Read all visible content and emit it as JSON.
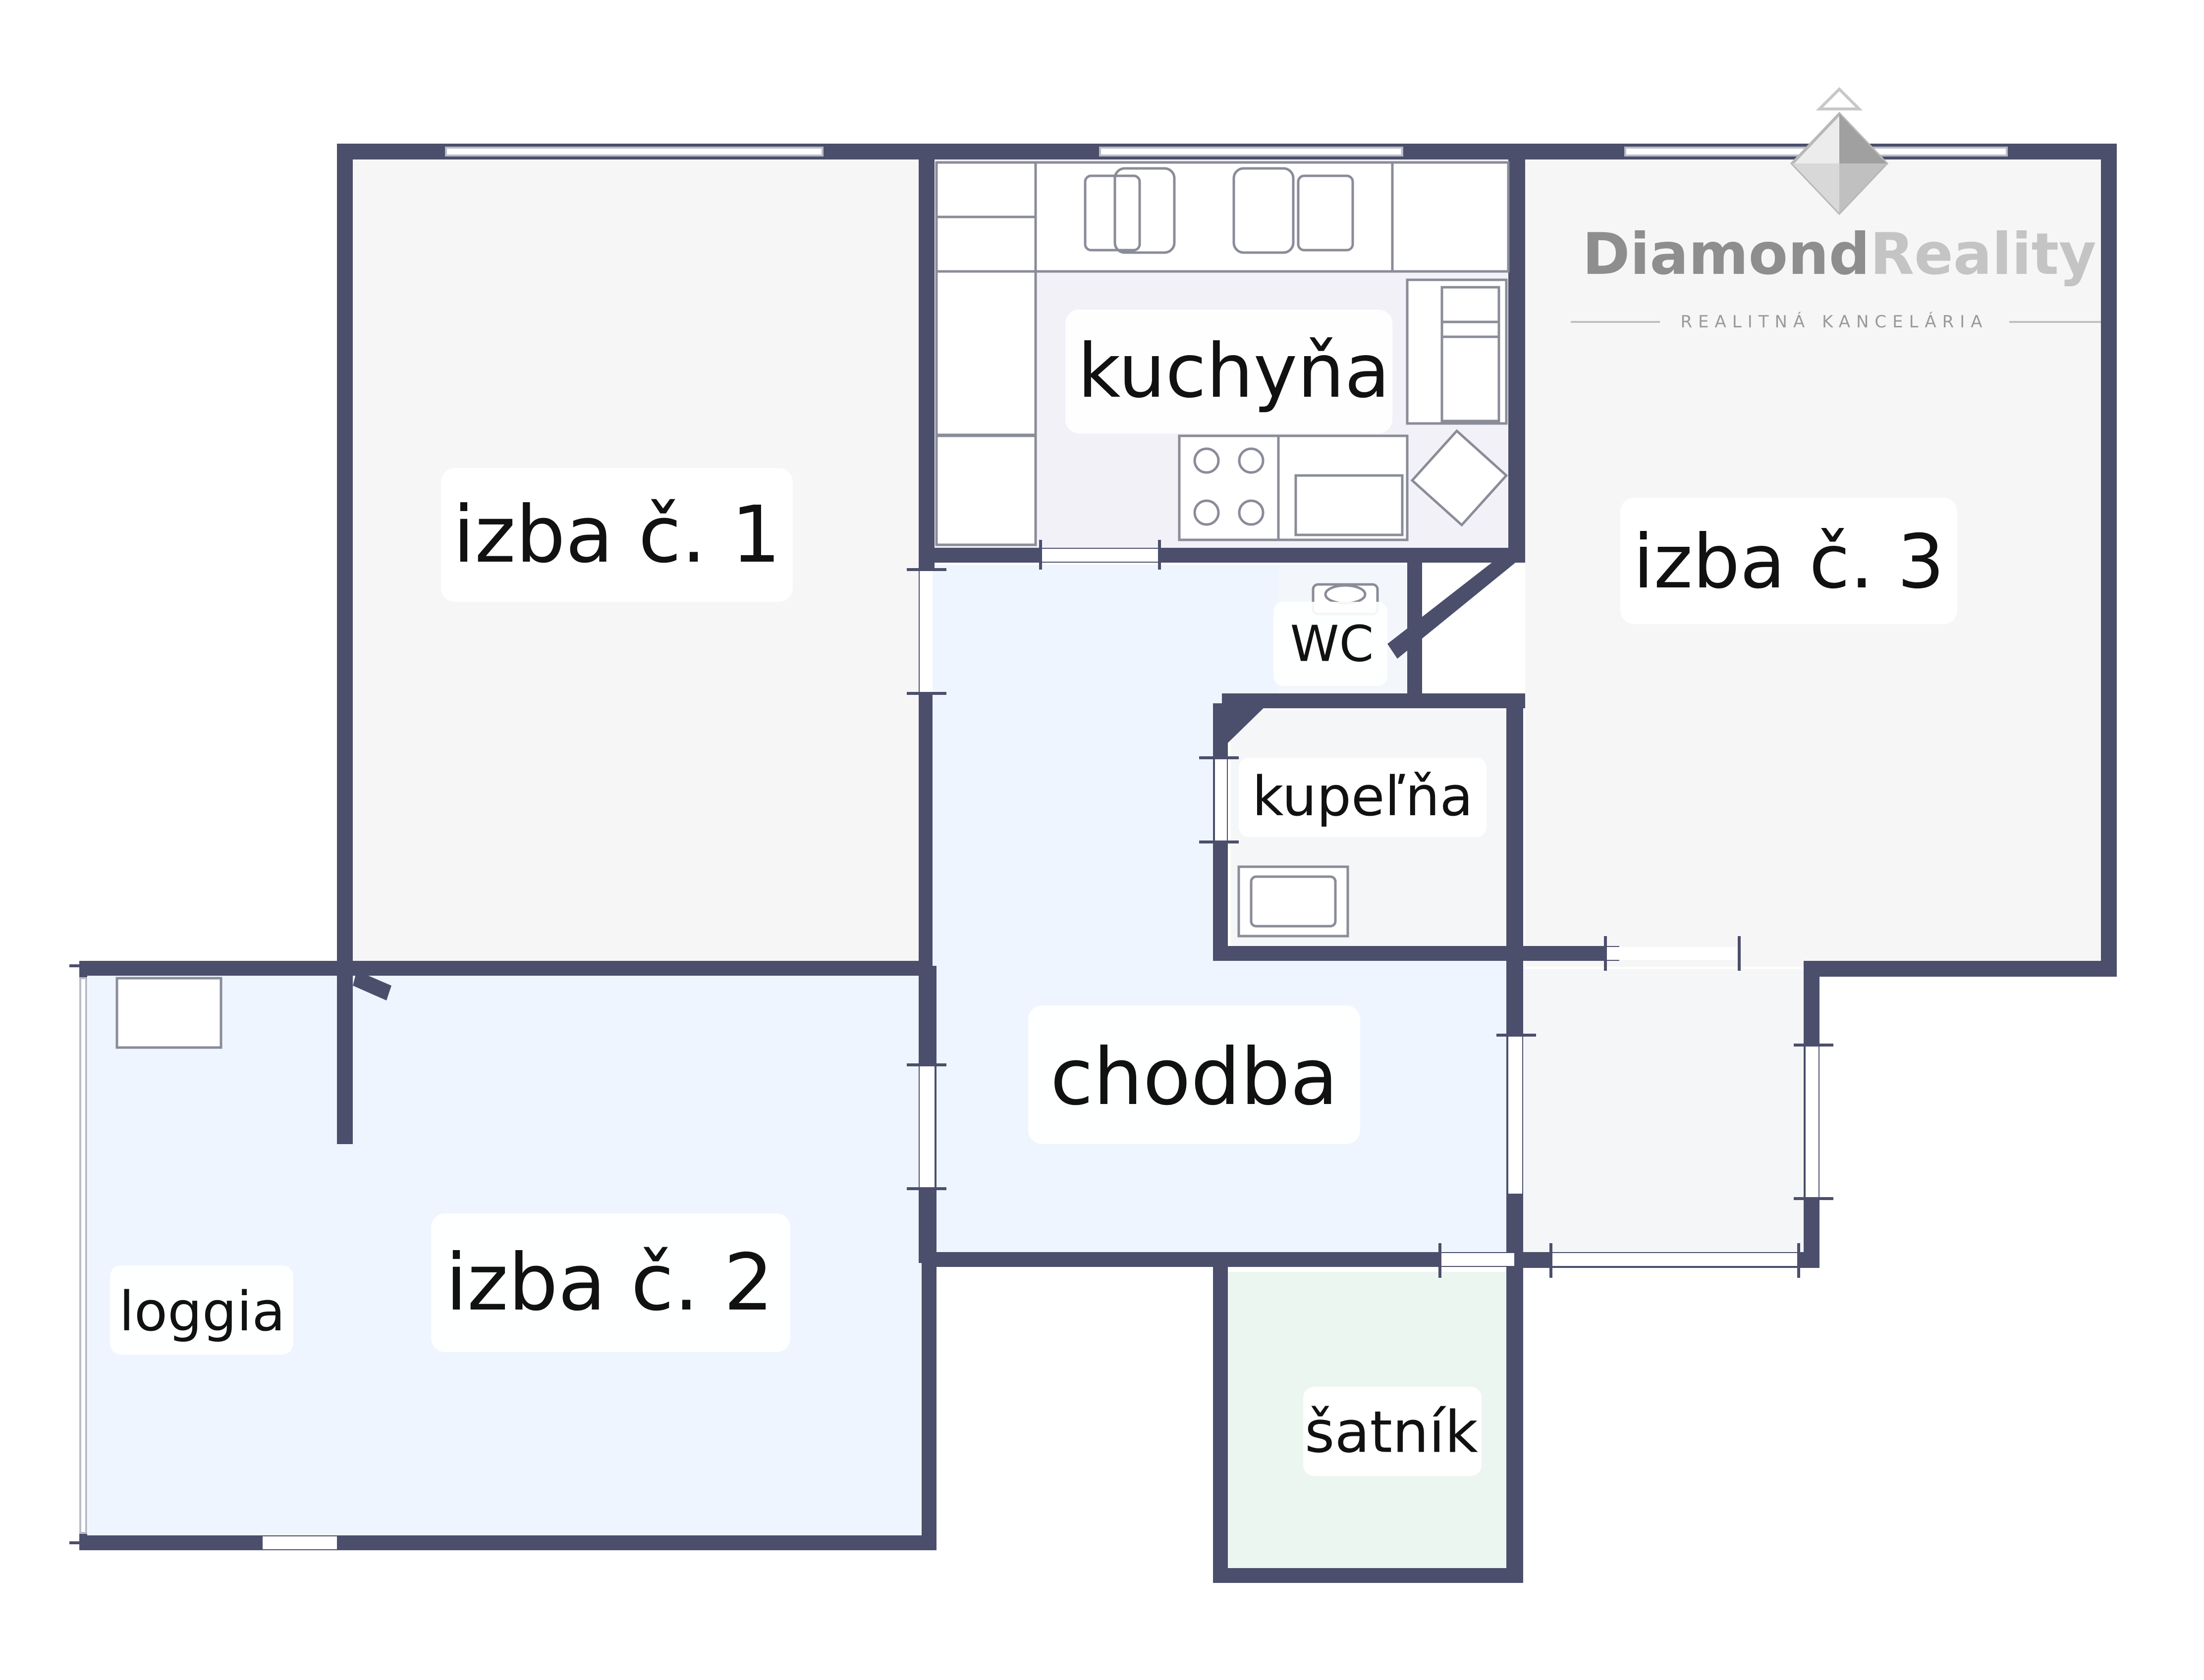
{
  "brand": {
    "name_part1": "Diamond",
    "name_part2": "Reality",
    "tagline": "REALITNÁ KANCELÁRIA",
    "color_dark": "#8e8e8e",
    "color_light": "#c4c4c4"
  },
  "rooms": {
    "izba1": "izba č. 1",
    "kuchyna": "kuchyňa",
    "izba3": "izba č. 3",
    "wc": "WC",
    "kupelna": "kupeľňa",
    "chodba": "chodba",
    "izba2": "izba č. 2",
    "loggia": "loggia",
    "satnik": "šatník"
  },
  "colors": {
    "wall": "#4c4f6b",
    "room_neutral": "#f6f6f6",
    "kitchen": "#f2f1f8",
    "hallway": "#eef5fe",
    "wardrobe": "#ecf6f1"
  }
}
